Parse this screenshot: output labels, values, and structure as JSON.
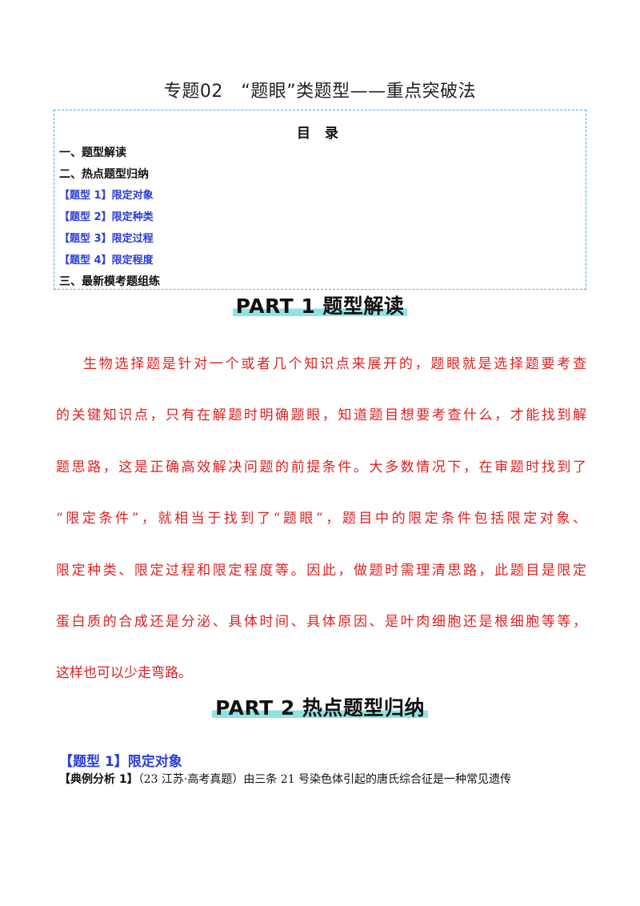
{
  "document": {
    "title": "专题02　“题眼”类题型——重点突破法"
  },
  "toc": {
    "heading": "目 录",
    "items": [
      "一、题型解读",
      "二、热点题型归纳",
      "【题型 1】限定对象",
      "【题型 2】限定种类",
      "【题型 3】限定过程",
      "【题型 4】限定程度",
      "三、最新模考题组练"
    ]
  },
  "part1": {
    "banner": "PART 1 题型解读",
    "paragraph_lines": [
      "生物选择题是针对一个或者几个知识点来展开的，题眼就是选择题要考查",
      "的关键知识点，只有在解题时明确题眼，知道题目想要考查什么，才能找到解",
      "题思路，这是正确高效解决问题的前提条件。大多数情况下，在审题时找到了",
      "“限定条件”，就相当于找到了“题眼”，题目中的限定条件包括限定对象、",
      "限定种类、限定过程和限定程度等。因此，做题时需理清思路，此题目是限定",
      "蛋白质的合成还是分泌、具体时间、具体原因、是叶肉细胞还是根细胞等等，",
      "这样也可以少走弯路。"
    ]
  },
  "part2": {
    "banner": "PART 2 热点题型归纳",
    "section_heading": "【题型 1】限定对象",
    "example_label": "【典例分析 1】",
    "example_text": "（23 江苏·高考真题）由三条 21 号染色体引起的唐氏综合征是一种常见遗传"
  },
  "colors": {
    "toc_border": "#3fb2d8",
    "link_blue": "#2b3dd6",
    "intro_red": "#e02020",
    "banner_highlight": "#8ee3e3"
  }
}
